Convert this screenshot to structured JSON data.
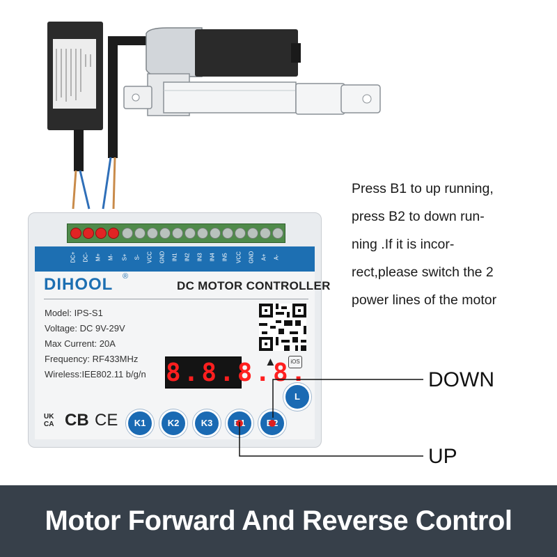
{
  "instructions": {
    "lines": [
      "Press B1 to up running,",
      "press B2 to down run-",
      "ning .If it is incor-",
      "rect,please switch the 2",
      "power lines of the motor"
    ]
  },
  "callouts": {
    "down": "DOWN",
    "up": "UP"
  },
  "controller": {
    "brand": "DIHOOL",
    "brand_mark": "®",
    "title": "DC MOTOR CONTROLLER",
    "specs": [
      "Model: IPS-S1",
      "Voltage: DC 9V-29V",
      "Max Current: 20A",
      "Frequency: RF433MHz",
      "Wireless:IEE802.11 b/g/n"
    ],
    "terminals": [
      "DC+",
      "DC-",
      "M+",
      "M-",
      "S+",
      "S-",
      "VCC",
      "GND",
      "IN1",
      "IN2",
      "IN3",
      "IN4",
      "IN5",
      "VCC",
      "GND",
      "A+",
      "A-"
    ],
    "display": "8.8.8.8.",
    "certifications": {
      "uk": "UK CA",
      "cb": "CB",
      "ce": "CE"
    },
    "keys": [
      "K1",
      "K2",
      "K3",
      "B1",
      "B2"
    ],
    "learn_key": "L",
    "ios_badge": "iOS",
    "icons": [
      "android-icon",
      "ios-icon",
      "qr-code-icon"
    ]
  },
  "banner": {
    "text": "Motor Forward And Reverse Control"
  },
  "colors": {
    "brand_blue": "#1d6fb2",
    "banner_bg": "#37404a",
    "terminal_green": "#4f8a4a",
    "display_red": "#ff1f1f",
    "indicator_red": "#e01f1f"
  }
}
